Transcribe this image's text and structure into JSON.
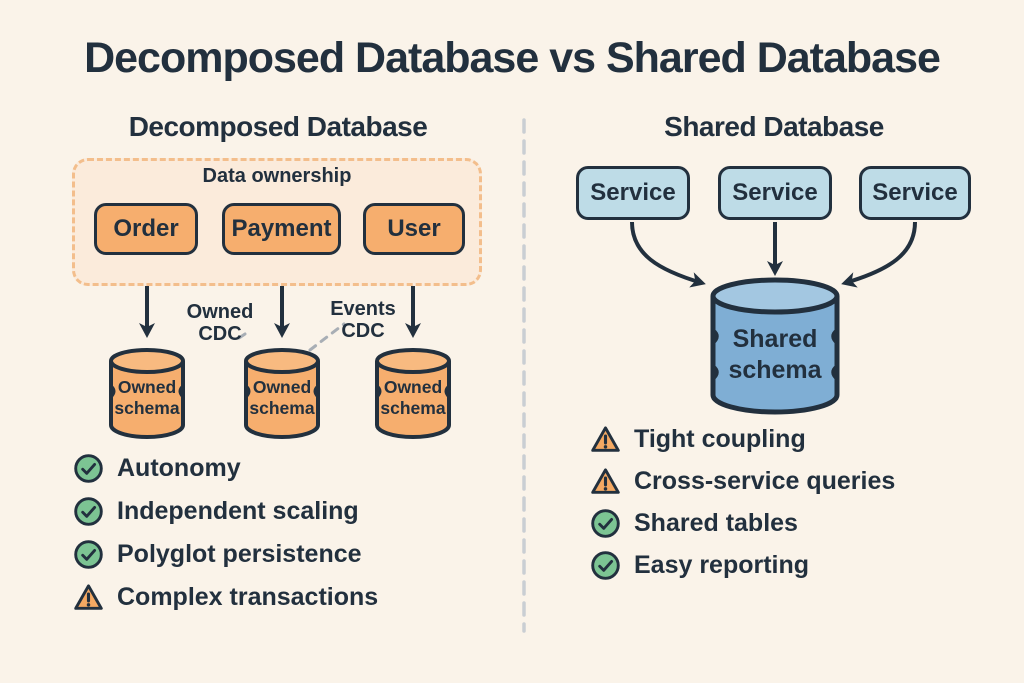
{
  "title": "Decomposed Database vs Shared Database",
  "left": {
    "heading": "Decomposed Database",
    "container_label": "Data ownership",
    "services": [
      {
        "label": "Order"
      },
      {
        "label": "Payment"
      },
      {
        "label": "User"
      }
    ],
    "cdc": [
      {
        "line1": "Owned",
        "line2": "CDC"
      },
      {
        "line1": "Events",
        "line2": "CDC"
      }
    ],
    "databases": [
      {
        "line1": "Owned",
        "line2": "schema"
      },
      {
        "line1": "Owned",
        "line2": "schema"
      },
      {
        "line1": "Owned",
        "line2": "schema"
      }
    ],
    "points": [
      {
        "icon": "check",
        "label": "Autonomy"
      },
      {
        "icon": "check",
        "label": "Independent scaling"
      },
      {
        "icon": "check",
        "label": "Polyglot persistence"
      },
      {
        "icon": "warning",
        "label": "Complex transactions"
      }
    ]
  },
  "right": {
    "heading": "Shared Database",
    "services": [
      {
        "label": "Service"
      },
      {
        "label": "Service"
      },
      {
        "label": "Service"
      }
    ],
    "database": {
      "line1": "Shared",
      "line2": "schema"
    },
    "points": [
      {
        "icon": "warning",
        "label": "Tight coupling"
      },
      {
        "icon": "warning",
        "label": "Cross-service queries"
      },
      {
        "icon": "check",
        "label": "Shared tables"
      },
      {
        "icon": "check",
        "label": "Easy reporting"
      }
    ]
  },
  "colors": {
    "background": "#FAF3E9",
    "ink": "#22303E",
    "orange": "#F6AE6E",
    "orange_wash": "#FBEBDB",
    "orange_dash": "#F3BE8C",
    "blue_box": "#BEDCE7",
    "blue_cylinder": "#7FAED4",
    "blue_cylinder_top": "#A3C7E1",
    "green": "#7CC493",
    "warning_orange": "#F4A963",
    "divider_gray": "#C9CED3"
  }
}
